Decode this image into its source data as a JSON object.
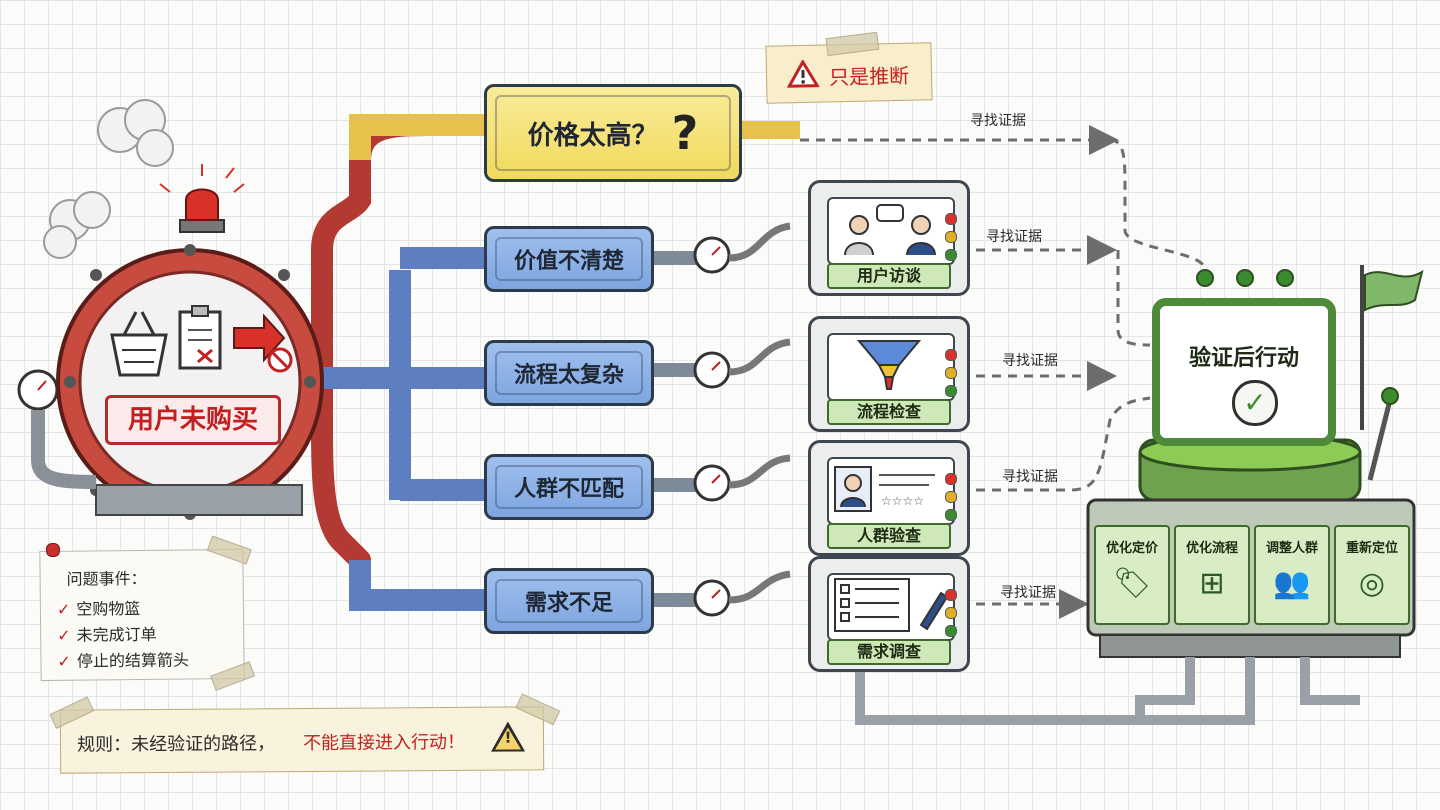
{
  "colors": {
    "main_red": "#c22020",
    "hypothesis_blue": "#8fb3e8",
    "hypothesis_yellow": "#f3de6d",
    "station_green": "#cfe8b7",
    "final_green": "#4f8a3a",
    "arrow_gray": "#6d6d6d"
  },
  "main_tank": {
    "label": "用户未购买",
    "icons": [
      "shopping-basket-icon",
      "clipboard-x-icon",
      "blocked-arrow-icon"
    ]
  },
  "inference_note": {
    "text": "只是推断",
    "icon": "warning-icon"
  },
  "hypotheses": [
    {
      "label": "价格太高？",
      "style": "yellow",
      "icon": "question-mark-icon"
    },
    {
      "label": "价值不清楚",
      "style": "blue"
    },
    {
      "label": "流程太复杂",
      "style": "blue"
    },
    {
      "label": "人群不匹配",
      "style": "blue"
    },
    {
      "label": "需求不足",
      "style": "blue"
    }
  ],
  "stations": [
    {
      "label": "用户访谈",
      "icon": "interview-icon"
    },
    {
      "label": "流程检查",
      "icon": "funnel-icon"
    },
    {
      "label": "人群验查",
      "icon": "profile-card-icon"
    },
    {
      "label": "需求调查",
      "icon": "survey-icon"
    }
  ],
  "evidence_label": "寻找证据",
  "final_machine": {
    "title": "验证后行动",
    "icon": "check-icon",
    "actions": [
      {
        "label": "优化定价",
        "icon": "price-tag-icon"
      },
      {
        "label": "优化流程",
        "icon": "flowchart-icon"
      },
      {
        "label": "调整人群",
        "icon": "people-icon"
      },
      {
        "label": "重新定位",
        "icon": "target-icon"
      }
    ]
  },
  "events_note": {
    "title": "问题事件：",
    "items": [
      "空购物篮",
      "未完成订单",
      "停止的结算箭头"
    ]
  },
  "rule_note": {
    "prefix": "规则：未经验证的路径，",
    "emphasis": "不能直接进入行动！"
  }
}
